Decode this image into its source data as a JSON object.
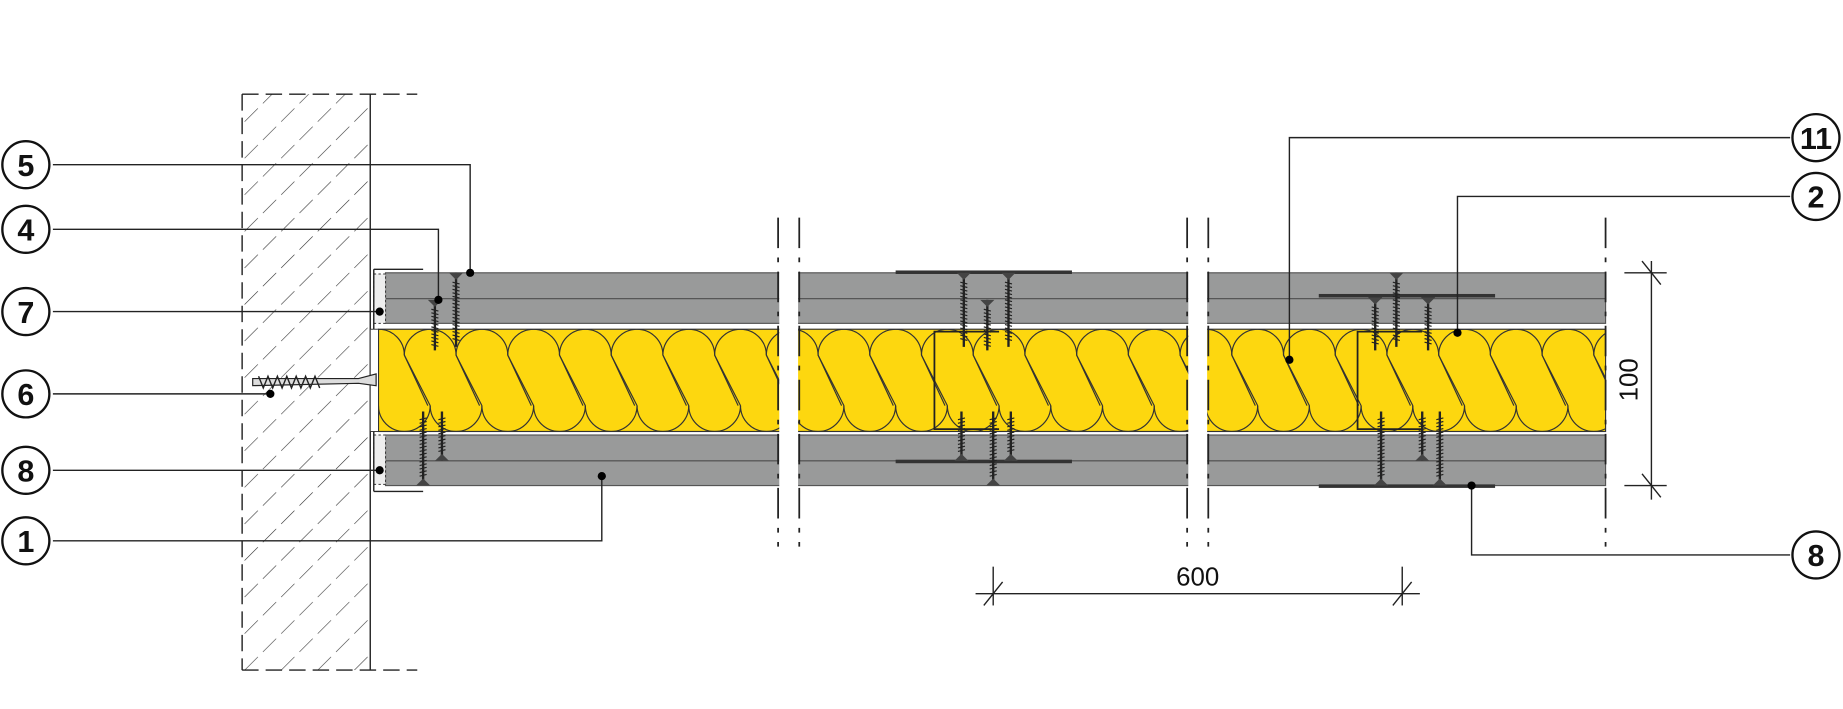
{
  "left_callouts": [
    {
      "number": "5"
    },
    {
      "number": "4"
    },
    {
      "number": "7"
    },
    {
      "number": "6"
    },
    {
      "number": "8"
    },
    {
      "number": "1"
    }
  ],
  "right_callouts": [
    {
      "number": "11"
    },
    {
      "number": "2"
    },
    {
      "number": "8"
    }
  ],
  "dimensions": {
    "stud_spacing": "600",
    "wall_thickness": "100"
  },
  "colors": {
    "insulation": "#fdd70f",
    "board": "#999a9a",
    "line": "#222222"
  }
}
